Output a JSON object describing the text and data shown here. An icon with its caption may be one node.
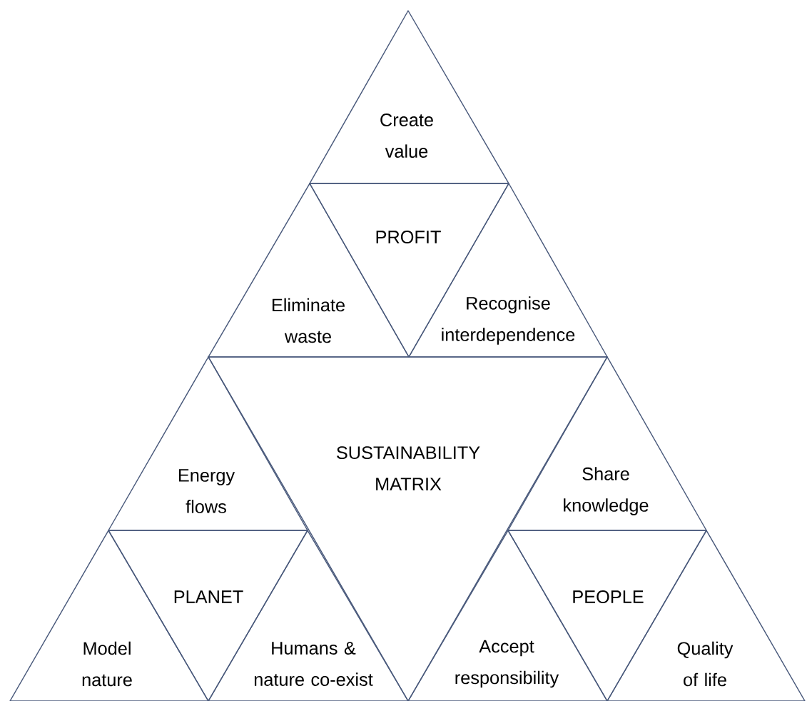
{
  "diagram": {
    "nodes": [
      {
        "text": [
          "Create value"
        ]
      },
      {
        "text": [
          "PROFIT"
        ]
      },
      {
        "text": [
          "Eliminate waste"
        ]
      },
      {
        "text": [
          "Recognise interdependence"
        ]
      },
      {
        "text": [
          "SUSTAINABILITY MATRIX"
        ]
      },
      {
        "text": [
          "Energy flows"
        ]
      },
      {
        "text": [
          "Share knowledge"
        ]
      },
      {
        "text": [
          "PLANET"
        ]
      },
      {
        "text": [
          "PEOPLE"
        ]
      },
      {
        "text": [
          "Model nature"
        ]
      },
      {
        "text": [
          "Humans & nature co-exist"
        ]
      },
      {
        "text": [
          "Accept responsibility"
        ]
      },
      {
        "text": [
          "Quality of life"
        ]
      }
    ]
  }
}
